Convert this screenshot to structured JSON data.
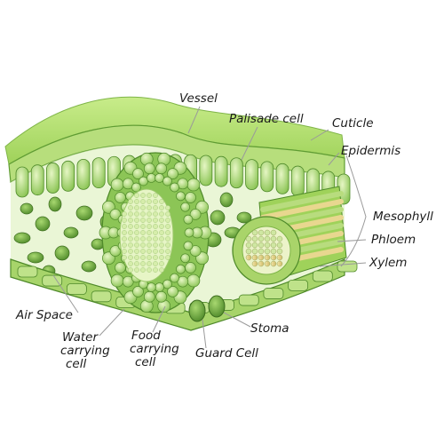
{
  "labels": {
    "vessel": "Vessel",
    "palisade_cell": "Palisade cell",
    "cuticle": "Cuticle",
    "epidermis": "Epidermis",
    "mesophyll": "Mesophyll",
    "phloem": "Phloem",
    "xylem": "Xylem",
    "air_space": "Air Space",
    "water_carrying_cell": [
      "Water",
      "carrying",
      "cell"
    ],
    "food_carrying_cell": [
      "Food",
      "carrying",
      "cell"
    ],
    "guard_cell": "Guard Cell",
    "stoma": "Stoma"
  },
  "colors": {
    "cell_light": "#cde89a",
    "cell_mid": "#a9d46a",
    "cell_dark": "#6fae3a",
    "outline": "#4f8a2a",
    "leader": "#9a9a9a"
  }
}
